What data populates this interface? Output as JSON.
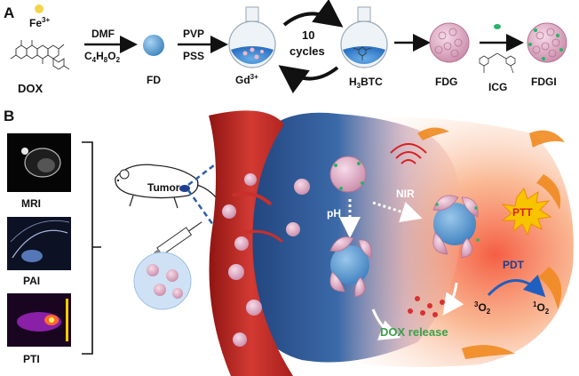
{
  "panel_a": {
    "panel_letter": "A",
    "fe_label": "Fe",
    "fe_charge": "3+",
    "dox_label": "DOX",
    "step1_top": "DMF",
    "step1_bottom": "C",
    "step1_bottom_sub1": "4",
    "step1_bottom_mid": "H",
    "step1_bottom_sub2": "8",
    "step1_bottom_end": "O",
    "step1_bottom_sub3": "2",
    "fd_label": "FD",
    "step2_top": "PVP",
    "step2_bottom": "PSS",
    "gd_label": "Gd",
    "gd_charge": "3+",
    "cycles_num": "10",
    "cycles_word": "cycles",
    "btc_pre": "H",
    "btc_sub": "3",
    "btc_post": "BTC",
    "fdg_label": "FDG",
    "icg_label": "ICG",
    "fdgi_label": "FDGI"
  },
  "panel_b": {
    "panel_letter": "B",
    "imaging": [
      "MRI",
      "PAI",
      "PTI"
    ],
    "tumor_label": "Tumor",
    "ph_label": "pH",
    "nir_label": "NIR",
    "ptt_label": "PTT",
    "pdt_label": "PDT",
    "o2_triplet_sup": "3",
    "o2_singlet_sup": "1",
    "o2_letter": "O",
    "o2_sub": "2",
    "dox_release_label": "DOX release"
  },
  "colors": {
    "vessel": "#c9302c",
    "tumor_blue": "#2f5f9a",
    "ptt_yellow": "#f7c400",
    "ptt_text": "#d62020",
    "dox_red": "#d93030",
    "release_green": "#3aa04a",
    "pdt_arrow": "#1f5fbf",
    "nanoparticle": "#e3b2c8",
    "fd_core": "#5ea3d6"
  }
}
